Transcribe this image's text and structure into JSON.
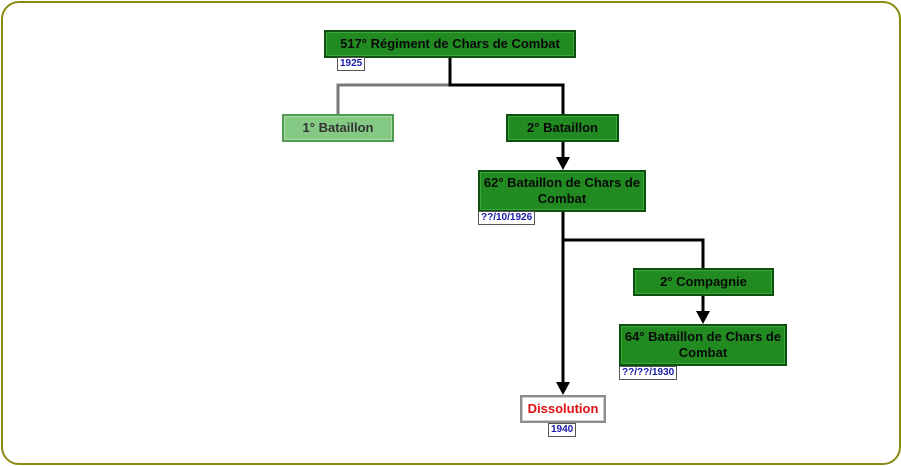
{
  "nodes": {
    "regiment": "517° Régiment de Chars de Combat",
    "bat1": "1° Bataillon",
    "bat2": "2° Bataillon",
    "bcc62": "62° Bataillon de Chars de Combat",
    "comp2": "2° Compagnie",
    "bcc64": "64° Bataillon de Chars de Combat",
    "dissolution": "Dissolution"
  },
  "dates": {
    "regiment": "1925",
    "bcc62": "??/10/1926",
    "bcc64": "??/??/1930",
    "dissolution": "1940"
  },
  "colors": {
    "unit_fill": "#218a21",
    "inactive_unit_fill": "#84c984",
    "dissolution_text": "#e01010",
    "date_text": "#1a1aa8",
    "frame_border": "#8a8a12"
  }
}
